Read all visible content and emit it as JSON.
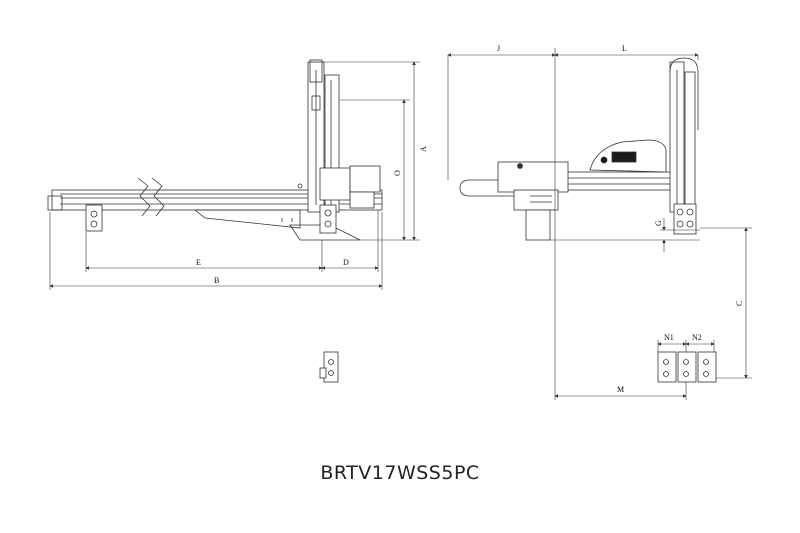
{
  "model_name": "BRTV17WSS5PC",
  "dimension_labels": {
    "A": "A",
    "O": "O",
    "E": "E",
    "D": "D",
    "B": "B",
    "J": "J",
    "L": "L",
    "G": "G",
    "C": "C",
    "N1": "N1",
    "N2": "N2",
    "M": "M"
  },
  "colors": {
    "line": "#333333",
    "fill": "#ffffff",
    "dark": "#1a1a1a"
  }
}
